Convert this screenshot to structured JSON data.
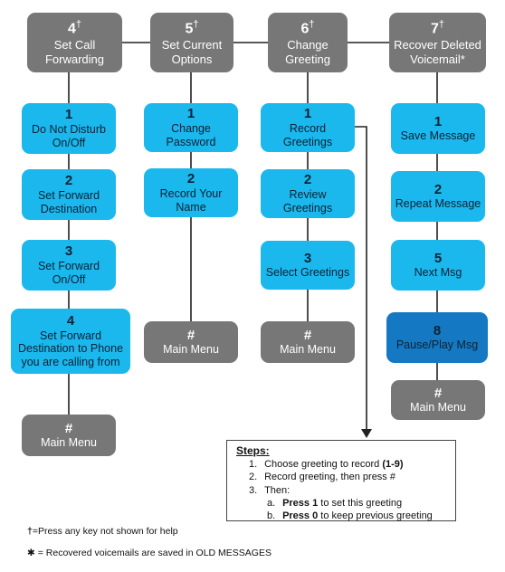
{
  "headers": [
    {
      "number": "4",
      "mark": "†",
      "label": "Set Call\nForwarding"
    },
    {
      "number": "5",
      "mark": "†",
      "label": "Set Current\nOptions"
    },
    {
      "number": "6",
      "mark": "†",
      "label": "Change\nGreeting"
    },
    {
      "number": "7",
      "mark": "†",
      "label": "Recover Deleted\nVoicemail*"
    }
  ],
  "col4": [
    {
      "number": "1",
      "label": "Do Not Disturb\nOn/Off"
    },
    {
      "number": "2",
      "label": "Set Forward\nDestination"
    },
    {
      "number": "3",
      "label": "Set Forward\nOn/Off"
    },
    {
      "number": "4",
      "label": "Set Forward\nDestination to Phone\nyou are calling from"
    },
    {
      "number": "#",
      "label": "Main Menu"
    }
  ],
  "col5": [
    {
      "number": "1",
      "label": "Change\nPassword"
    },
    {
      "number": "2",
      "label": "Record Your\nName"
    },
    {
      "number": "#",
      "label": "Main Menu"
    }
  ],
  "col6": [
    {
      "number": "1",
      "label": "Record\nGreetings"
    },
    {
      "number": "2",
      "label": "Review\nGreetings"
    },
    {
      "number": "3",
      "label": "Select Greetings"
    },
    {
      "number": "#",
      "label": "Main Menu"
    }
  ],
  "col7": [
    {
      "number": "1",
      "label": "Save Message"
    },
    {
      "number": "2",
      "label": "Repeat Message"
    },
    {
      "number": "5",
      "label": "Next Msg"
    },
    {
      "number": "8",
      "label": "Pause/Play Msg"
    },
    {
      "number": "#",
      "label": "Main Menu"
    }
  ],
  "steps": {
    "title": "Steps:",
    "items": [
      {
        "n": "1.",
        "text": "Choose greeting to record ",
        "bold": "(1-9)"
      },
      {
        "n": "2.",
        "text": "Record greeting, then press #"
      },
      {
        "n": "3.",
        "text": "Then:"
      }
    ],
    "sub": [
      {
        "n": "a.",
        "bold": "Press 1",
        "text": " to set this greeting"
      },
      {
        "n": "b.",
        "bold": "Press 0",
        "text": " to keep previous greeting"
      }
    ]
  },
  "footnotes": [
    {
      "symbol": "†",
      "text": "=Press any key not shown for help"
    },
    {
      "symbol": "✱",
      "text": " = Recovered voicemails are saved in OLD MESSAGES"
    }
  ],
  "colors": {
    "gray": "#777777",
    "blue": "#1bb8ee",
    "dark_blue": "#1479c2"
  }
}
